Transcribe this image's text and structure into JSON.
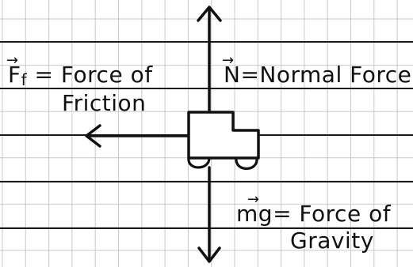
{
  "labels": {
    "friction": {
      "symbol": "F",
      "subscript": "f",
      "line1": " = Force of",
      "line2": "Friction"
    },
    "normal": {
      "symbol": "N",
      "line": "=Normal Force"
    },
    "gravity": {
      "symbol": "mg",
      "line1": "= Force of",
      "line2": "Gravity"
    },
    "vector_arrow": "→"
  },
  "colors": {
    "ink": "#111111",
    "grid_thin": "#c9c9c9",
    "grid_thick": "#1a1a1a",
    "background": "#ffffff"
  }
}
